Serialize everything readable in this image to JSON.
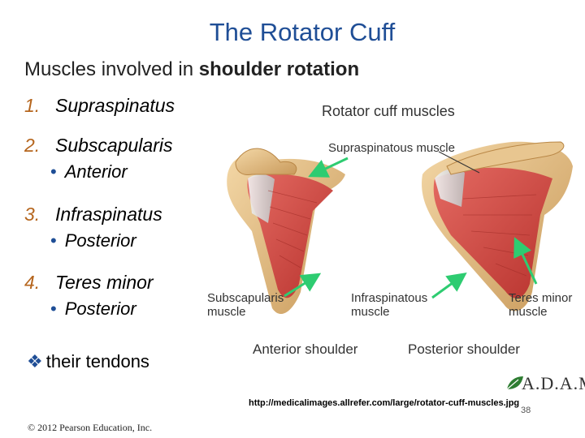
{
  "slide": {
    "title": "The Rotator Cuff",
    "subtitle_pre": "Muscles involved in ",
    "subtitle_bold": "shoulder rotation",
    "items": [
      {
        "num": "1.",
        "label": "Supraspinatus"
      },
      {
        "num": "2.",
        "label": "Subscapularis",
        "sub": "Anterior"
      },
      {
        "num": "3.",
        "label": "Infraspinatus",
        "sub": "Posterior"
      },
      {
        "num": "4.",
        "label": "Teres minor",
        "sub": "Posterior"
      }
    ],
    "tendons": "their tendons",
    "url": "http://medicalimages.allrefer.com/large/rotator-cuff-muscles.jpg",
    "page_number": "38",
    "copyright": "© 2012 Pearson Education, Inc."
  },
  "figure": {
    "title": "Rotator cuff muscles",
    "supraspinatus": "Supraspinatous muscle",
    "subscapularis": [
      "Subscapularis",
      "muscle"
    ],
    "infraspinatus": [
      "Infraspinatous",
      "muscle"
    ],
    "teres_minor": [
      "Teres minor",
      "muscle"
    ],
    "caption_left": "Anterior shoulder",
    "caption_right": "Posterior shoulder",
    "logo": "A.D.A.M.",
    "arrow_color": "#2ecc71"
  }
}
